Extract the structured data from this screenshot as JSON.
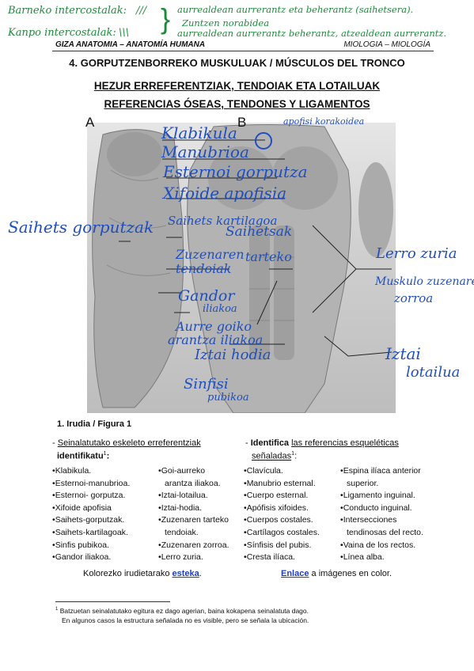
{
  "annotations_top": {
    "line1_left": "Barneko intercostalak:",
    "line1_mid": "///",
    "line1_right": "aurrealdean aurrerantz eta beherantz (saihetsera).",
    "line2_right": "Zuntzen norabidea",
    "line3_left": "Kanpo intercostalak:",
    "line3_mid": "\\\\\\",
    "line3_right": "aurrealdean aurrerantz beherantz, atzealdean aurrerantz."
  },
  "header": {
    "left": "GIZA ANATOMIA – ANATOMÍA HUMANA",
    "right": "MIOLOGIA – MIOLOGÍA"
  },
  "section_title": "4.  GORPUTZENBORREKO MUSKULUAK / MÚSCULOS DEL TRONCO",
  "subtitle_eu": "HEZUR ERREFERENTZIAK, TENDOIAK ETA LOTAILUAK",
  "subtitle_es": "REFERENCIAS ÓSEAS, TENDONES Y LIGAMENTOS",
  "figure": {
    "label_a": "A",
    "label_b": "B",
    "hw_labels": {
      "apofisi": "apofisi korakoidea",
      "klabikula": "Klabikula",
      "manubrioa": "Manubrioa",
      "esternoi": "Esternoi gorputza",
      "xifoide": "Xifoide apofisia",
      "saihets_gorp": "Saihets gorputzak",
      "saihets_kart": "Saihets kartilagoa",
      "zuzenaren1": "Zuzenaren",
      "zuzenaren2": "tendoiak",
      "saihetsak": "Saihetsak",
      "tarteko": "tarteko",
      "gandor": "Gandor",
      "iliakoa": "iliakoa",
      "aurre1": "Aurre goiko",
      "aurre2": "arantza iliakoa",
      "iztai_hodia": "Iztai hodia",
      "sinfisi1": "Sinfisi",
      "sinfisi2": "pubikoa",
      "lerro_zuria": "Lerro zuria",
      "muskulo1": "Muskulo zuzenaren",
      "muskulo2": "zorroa",
      "iztai_lot1": "Iztai",
      "iztai_lot2": "lotailua"
    }
  },
  "caption": "1. Irudia / Figura 1",
  "left_block": {
    "intro_1": "Seinalatutako eskeleto erreferentziak",
    "intro_2": "identifikatu",
    "col1": [
      "Klabikula.",
      "Esternoi-manubrioa.",
      "Esternoi- gorputza.",
      "Xifoide apofisia",
      "Saihets-gorputzak.",
      "Saihets-kartilagoak.",
      "Sinfis pubikoa.",
      "Gandor iliakoa."
    ],
    "col2": [
      "Goi-aurreko",
      "arantza iliakoa.",
      "Iztai-lotailua.",
      "Iztai-hodia.",
      "Zuzenaren tarteko",
      "tendoiak.",
      "Zuzenaren zorroa.",
      "Lerro zuria."
    ],
    "link_prefix": "Kolorezko irudietarako",
    "link": "esteka"
  },
  "right_block": {
    "intro_1a": "Identifica",
    "intro_1b": "las referencias esqueléticas",
    "intro_2": "señaladas",
    "col1": [
      "Clavícula.",
      "Manubrio esternal.",
      "Cuerpo esternal.",
      "Apófisis xifoides.",
      "Cuerpos costales.",
      "Cartílagos costales.",
      "Sínfisis del pubis.",
      "Cresta ilíaca."
    ],
    "col2": [
      "Espina ilíaca anterior",
      "superior.",
      "Ligamento inguinal.",
      "Conducto inguinal.",
      "Intersecciones",
      "tendinosas del recto.",
      "Vaina de los rectos.",
      "Línea alba."
    ],
    "link": "Enlace",
    "link_suffix": "a imágenes en color."
  },
  "footnote": {
    "mark": "1",
    "line1": "Batzuetan seinalatutako egitura ez dago agerian, baina kokapena seinalatuta dago.",
    "line2": "En algunos casos la estructura señalada no es visible, pero se señala la ubicación."
  }
}
